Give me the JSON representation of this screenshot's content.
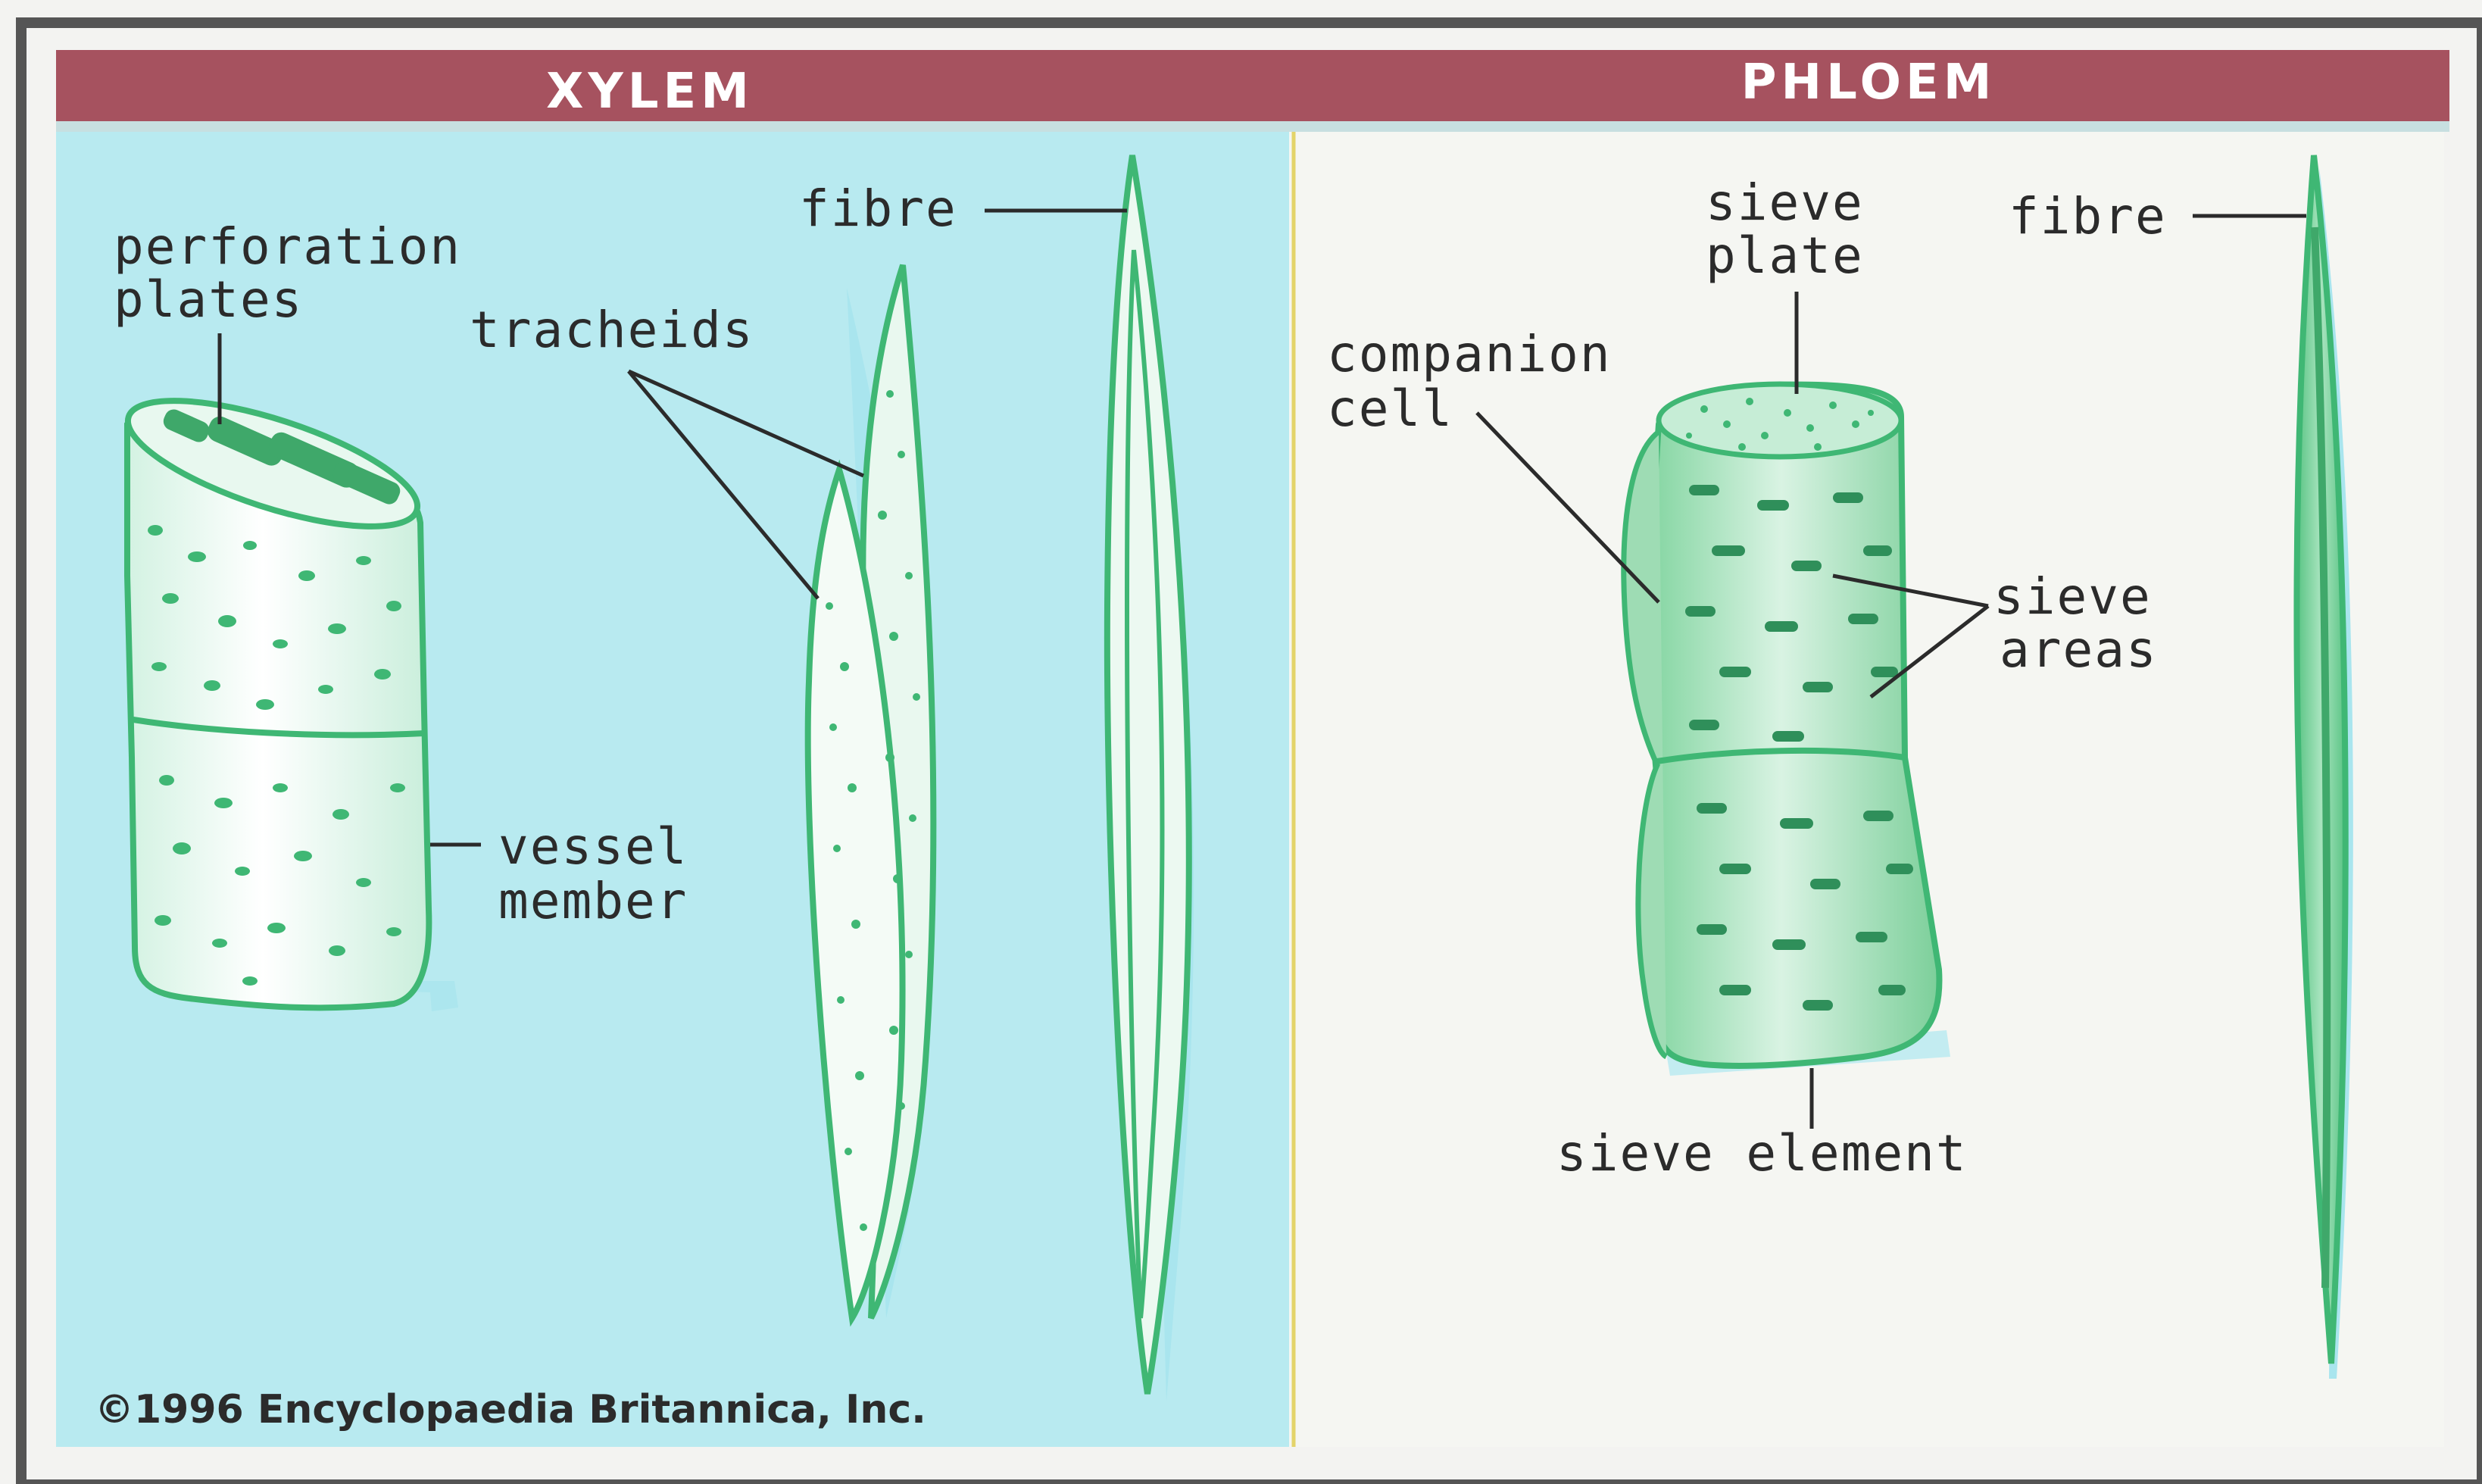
{
  "diagram": {
    "headers": {
      "xylem": "XYLEM",
      "phloem": "PHLOEM"
    },
    "xylem_labels": {
      "perforation_plates_1": "perforation",
      "perforation_plates_2": "plates",
      "tracheids": "tracheids",
      "fibre": "fibre",
      "vessel_member_1": "vessel",
      "vessel_member_2": "member"
    },
    "phloem_labels": {
      "sieve_plate_1": "sieve",
      "sieve_plate_2": "plate",
      "fibre": "fibre",
      "companion_cell_1": "companion",
      "companion_cell_2": "cell",
      "sieve_areas_1": "sieve",
      "sieve_areas_2": "areas",
      "sieve_element": "sieve element"
    },
    "copyright": "©1996 Encyclopaedia Britannica, Inc.",
    "colors": {
      "header_bar": "#a6525f",
      "xylem_background": "#b8eaf0",
      "phloem_background": "#f5f6f2",
      "cell_outline": "#3fb774",
      "cell_fill_light": "#e2f6ec",
      "cell_fill_dark": "#7fd49d"
    }
  }
}
